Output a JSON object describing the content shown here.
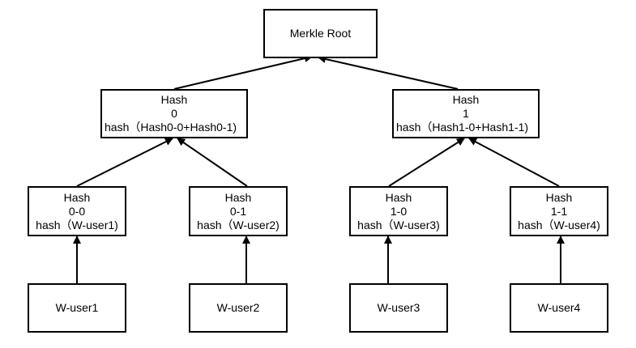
{
  "nodes": {
    "root": {
      "label": "Merkle Root"
    },
    "h0": {
      "title": "Hash",
      "index": "0",
      "formula": "hash（Hash0-0+Hash0-1)"
    },
    "h1": {
      "title": "Hash",
      "index": "1",
      "formula": "hash（Hash1-0+Hash1-1)"
    },
    "h00": {
      "title": "Hash",
      "index": "0-0",
      "formula": "hash（W-user1)"
    },
    "h01": {
      "title": "Hash",
      "index": "0-1",
      "formula": "hash（W-user2)"
    },
    "h10": {
      "title": "Hash",
      "index": "1-0",
      "formula": "hash（W-user3)"
    },
    "h11": {
      "title": "Hash",
      "index": "1-1",
      "formula": "hash（W-user4)"
    },
    "u1": {
      "label": "W-user1"
    },
    "u2": {
      "label": "W-user2"
    },
    "u3": {
      "label": "W-user3"
    },
    "u4": {
      "label": "W-user4"
    }
  },
  "edges": [
    {
      "from": "h0",
      "to": "root"
    },
    {
      "from": "h1",
      "to": "root"
    },
    {
      "from": "h00",
      "to": "h0"
    },
    {
      "from": "h01",
      "to": "h0"
    },
    {
      "from": "h10",
      "to": "h1"
    },
    {
      "from": "h11",
      "to": "h1"
    },
    {
      "from": "u1",
      "to": "h00"
    },
    {
      "from": "u2",
      "to": "h01"
    },
    {
      "from": "u3",
      "to": "h10"
    },
    {
      "from": "u4",
      "to": "h11"
    }
  ]
}
